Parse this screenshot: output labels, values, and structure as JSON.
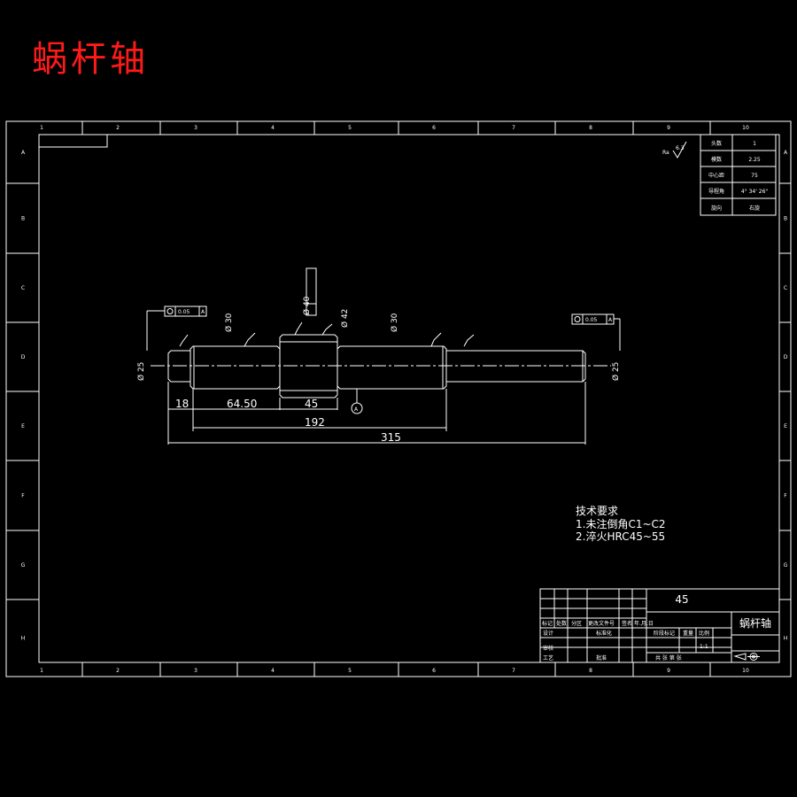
{
  "title": "蜗杆轴",
  "zone_columns": [
    "1",
    "2",
    "3",
    "4",
    "5",
    "6",
    "7",
    "8",
    "9",
    "10"
  ],
  "zone_rows": [
    "A",
    "B",
    "C",
    "D",
    "E",
    "F",
    "G",
    "H"
  ],
  "param_table": [
    {
      "label": "头数",
      "value": "1"
    },
    {
      "label": "模数",
      "value": "2.25"
    },
    {
      "label": "中心距",
      "value": "75"
    },
    {
      "label": "导程角",
      "value": "4° 34' 26\""
    },
    {
      "label": "旋向",
      "value": "右旋"
    }
  ],
  "roughness_general": "6.3",
  "diameters": {
    "left_end": "Ø 25",
    "journal_left": "Ø 30",
    "worm_root": "Ø 40",
    "worm_tip": "Ø 42",
    "journal_right": "Ø 30",
    "right_end": "Ø 25"
  },
  "tolerances": {
    "runout_left": "0.05",
    "runout_right": "0.05",
    "datum": "A"
  },
  "dimensions": {
    "d18": "18",
    "d6450": "64.50",
    "d45": "45",
    "d192": "192",
    "d315": "315"
  },
  "tech_req": {
    "heading": "技术要求",
    "line1": "1.未注倒角C1~C2",
    "line2": "2.淬火HRC45~55"
  },
  "title_block": {
    "material": "45",
    "part_name": "蜗杆轴",
    "row_mark": "标记",
    "row_count": "处数",
    "row_zone": "分区",
    "row_change": "更改文件号",
    "row_sign": "签名",
    "row_date": "年.月.日",
    "design": "设计",
    "standard": "标准化",
    "review": "审核",
    "process": "工艺",
    "approve": "批准",
    "stage": "阶段标记",
    "weight": "重量",
    "scale": "比例",
    "scale_val": "1:1",
    "sheets": "共  张  第  张"
  }
}
